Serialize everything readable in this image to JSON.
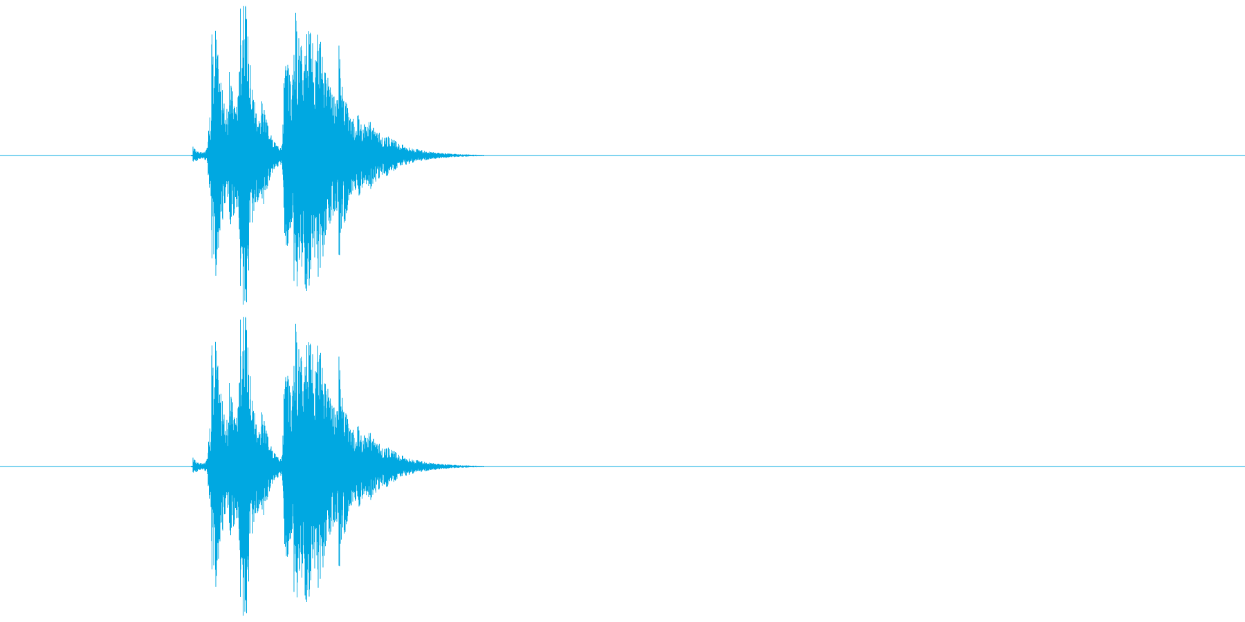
{
  "waveform": {
    "colors": {
      "background": "#ffffff",
      "wave": "#00a8e1"
    },
    "channels": [
      {
        "name": "channel-1"
      },
      {
        "name": "channel-2"
      }
    ],
    "events": [
      {
        "t": 0.155,
        "amp": 0.06,
        "decay": 0.006,
        "freq": 1.2,
        "seed": 1
      },
      {
        "t": 0.167,
        "amp": 0.22,
        "decay": 0.01,
        "freq": 1.4,
        "seed": 2
      },
      {
        "t": 0.17,
        "amp": 0.72,
        "decay": 0.004,
        "freq": 2.0,
        "seed": 3
      },
      {
        "t": 0.173,
        "amp": 0.44,
        "decay": 0.012,
        "freq": 1.6,
        "seed": 4
      },
      {
        "t": 0.184,
        "amp": 0.32,
        "decay": 0.012,
        "freq": 1.8,
        "seed": 5
      },
      {
        "t": 0.192,
        "amp": 1.0,
        "decay": 0.004,
        "freq": 2.2,
        "seed": 6
      },
      {
        "t": 0.195,
        "amp": 0.86,
        "decay": 0.008,
        "freq": 1.7,
        "seed": 7
      },
      {
        "t": 0.21,
        "amp": 0.24,
        "decay": 0.005,
        "freq": 1.5,
        "seed": 8
      },
      {
        "t": 0.227,
        "amp": 0.12,
        "decay": 0.03,
        "freq": 1.3,
        "seed": 9
      },
      {
        "t": 0.228,
        "amp": 0.56,
        "decay": 0.018,
        "freq": 1.9,
        "seed": 10
      },
      {
        "t": 0.236,
        "amp": 0.58,
        "decay": 0.016,
        "freq": 1.6,
        "seed": 11
      },
      {
        "t": 0.245,
        "amp": 0.42,
        "decay": 0.016,
        "freq": 1.8,
        "seed": 12
      },
      {
        "t": 0.255,
        "amp": 0.32,
        "decay": 0.012,
        "freq": 1.5,
        "seed": 13
      },
      {
        "t": 0.272,
        "amp": 0.55,
        "decay": 0.003,
        "freq": 2.1,
        "seed": 14
      },
      {
        "t": 0.276,
        "amp": 0.14,
        "decay": 0.018,
        "freq": 1.4,
        "seed": 15
      },
      {
        "t": 0.286,
        "amp": 0.11,
        "decay": 0.016,
        "freq": 1.6,
        "seed": 16
      },
      {
        "t": 0.296,
        "amp": 0.07,
        "decay": 0.02,
        "freq": 1.3,
        "seed": 17
      },
      {
        "t": 0.31,
        "amp": 0.03,
        "decay": 0.03,
        "freq": 1.2,
        "seed": 18
      }
    ]
  }
}
